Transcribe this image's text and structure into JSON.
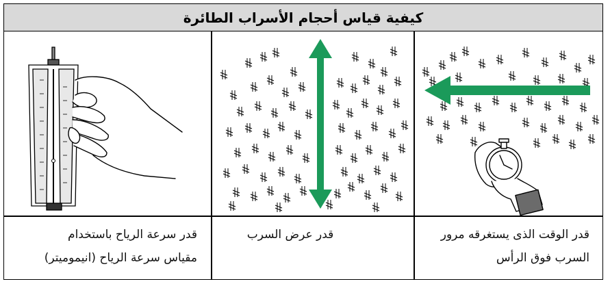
{
  "title": "كيفية قياس أحجام الأسراب الطائرة",
  "panels": [
    {
      "id": "time",
      "icons": [
        "bird-flock-icon",
        "arrow-left-icon",
        "stopwatch-hand-icon"
      ],
      "caption_lines": [
        "قدر الوقت الذى يستغرقه مرور",
        "السرب فوق الرأس"
      ]
    },
    {
      "id": "width",
      "icons": [
        "bird-flock-icon",
        "double-arrow-vertical-icon"
      ],
      "caption_lines": [
        "قدر عرض  السرب"
      ]
    },
    {
      "id": "wind",
      "icons": [
        "hand-holding-anemometer-icon"
      ],
      "caption_lines": [
        "قدر سرعة الرياح باستخدام",
        "مقياس سرعة الرياح (انيموميتر)"
      ]
    }
  ],
  "colors": {
    "title_bg": "#d9d9d9",
    "arrow": "#1b9a5a",
    "line": "#000000"
  }
}
